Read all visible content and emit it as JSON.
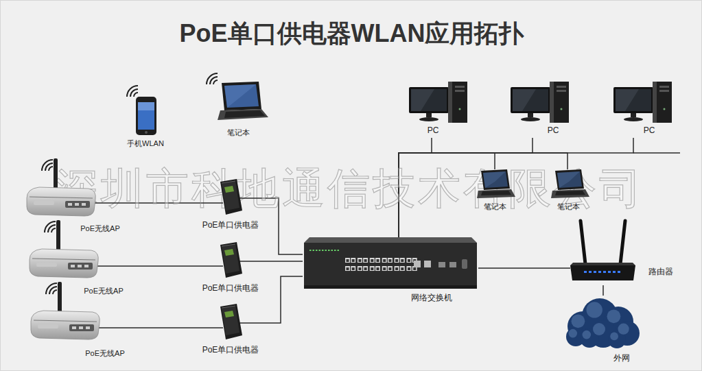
{
  "diagram": {
    "title": "PoE单口供电器WLAN应用拓扑",
    "nodes": [
      {
        "text": [
          "手机WLAN"
        ]
      },
      {
        "text": [
          "笔记本"
        ]
      },
      {
        "text": [
          "PC"
        ]
      },
      {
        "text": [
          "PC"
        ]
      },
      {
        "text": [
          "PC"
        ]
      },
      {
        "text": [
          "PoE无线AP"
        ]
      },
      {
        "text": [
          "PoE单口供电器"
        ]
      },
      {
        "text": [
          "笔记本"
        ]
      },
      {
        "text": [
          "笔记本"
        ]
      },
      {
        "text": [
          "PoE无线AP"
        ]
      },
      {
        "text": [
          "PoE单口供电器"
        ]
      },
      {
        "text": [
          "网络交换机"
        ]
      },
      {
        "text": [
          "路由器"
        ]
      },
      {
        "text": [
          "PoE无线AP"
        ]
      },
      {
        "text": [
          "PoE单口供电器"
        ]
      },
      {
        "text": [
          "外网"
        ]
      }
    ],
    "edges": [
      {
        "from": 5,
        "to": 6,
        "arrow": "none"
      },
      {
        "from": 6,
        "to": 11,
        "arrow": "none"
      },
      {
        "from": 9,
        "to": 10,
        "arrow": "none"
      },
      {
        "from": 10,
        "to": 11,
        "arrow": "none"
      },
      {
        "from": 13,
        "to": 14,
        "arrow": "none"
      },
      {
        "from": 14,
        "to": 11,
        "arrow": "none"
      },
      {
        "from": 11,
        "to": 2,
        "arrow": "none"
      },
      {
        "from": 11,
        "to": 3,
        "arrow": "none"
      },
      {
        "from": 11,
        "to": 4,
        "arrow": "none"
      },
      {
        "from": 11,
        "to": 7,
        "arrow": "none"
      },
      {
        "from": 11,
        "to": 8,
        "arrow": "none"
      },
      {
        "from": 11,
        "to": 12,
        "arrow": "none"
      },
      {
        "from": 12,
        "to": 15,
        "arrow": "none"
      }
    ],
    "labels": [
      "深圳市科地通信技术有限公司"
    ]
  }
}
